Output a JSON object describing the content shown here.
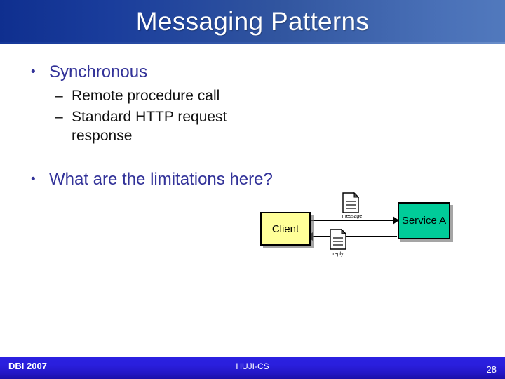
{
  "slide": {
    "title": "Messaging Patterns",
    "theme": {
      "title_gradient_start": "#0f2f8f",
      "title_gradient_end": "#5179bd",
      "bullet_color": "#333399",
      "subbullet_color": "#111111",
      "footer_gradient_start": "#2b20e0",
      "footer_gradient_end": "#1b0fa8"
    }
  },
  "body": {
    "groups": [
      {
        "bullet_marker": "•",
        "text": "Synchronous",
        "children": [
          {
            "marker": "–",
            "text": "Remote procedure call"
          },
          {
            "marker": "–",
            "text": "Standard HTTP request response"
          }
        ]
      },
      {
        "bullet_marker": "•",
        "text": "What are the limitations here?",
        "children": []
      }
    ]
  },
  "diagram": {
    "nodes": [
      {
        "id": "client",
        "label": "Client",
        "color": "#ffff99"
      },
      {
        "id": "service-a",
        "label": "Service A",
        "color": "#00cc99"
      }
    ],
    "edges": [
      {
        "id": "request",
        "label": "message",
        "direction": "client-to-service",
        "icon": "document-icon"
      },
      {
        "id": "reply",
        "label": "reply",
        "direction": "service-to-client",
        "icon": "document-icon"
      }
    ]
  },
  "footer": {
    "left": "DBI 2007",
    "center": "HUJI-CS",
    "page_number": "28"
  }
}
